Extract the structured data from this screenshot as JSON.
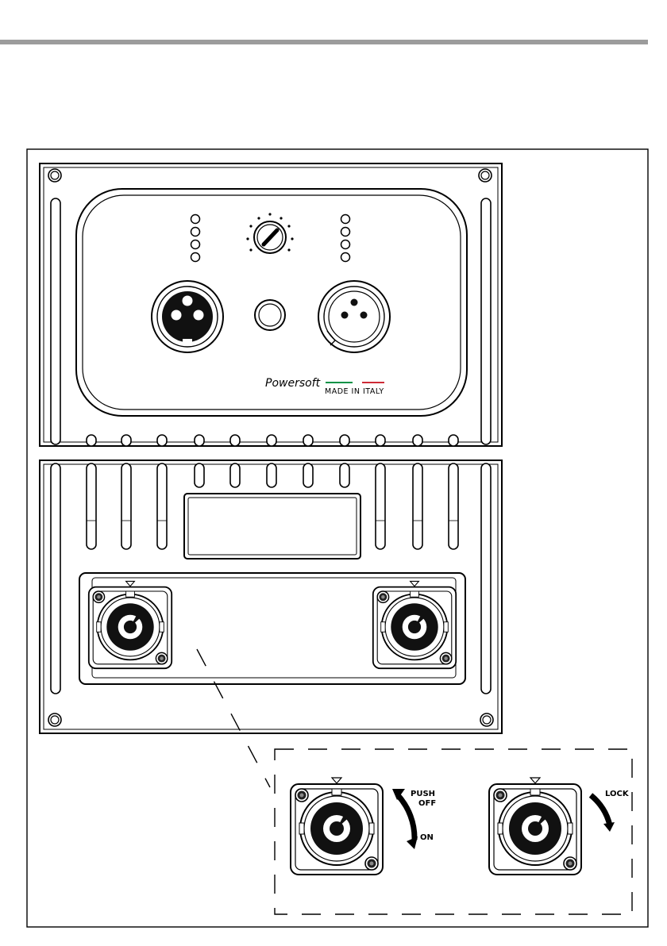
{
  "brand": {
    "logo_text": "Powersoft",
    "origin_label": "MADE IN ITALY",
    "flag_colors": {
      "green": "#009246",
      "red": "#ce2b37"
    }
  },
  "upper_panel": {
    "left_leds": 4,
    "right_leds": 4,
    "controls": [
      "xlr-male-connector",
      "gain-knob",
      "push-button",
      "xlr-female-connector"
    ]
  },
  "lower_panel": {
    "vent_slots": 11,
    "connectors": [
      "powercon-connector-left",
      "powercon-connector-right"
    ]
  },
  "detail": {
    "connector_a": {
      "label_push": "PUSH",
      "label_off": "OFF",
      "label_on": "ON"
    },
    "connector_b": {
      "label_lock": "LOCK"
    }
  },
  "colors": {
    "stroke": "#000000",
    "rule": "#9c9c9c"
  }
}
